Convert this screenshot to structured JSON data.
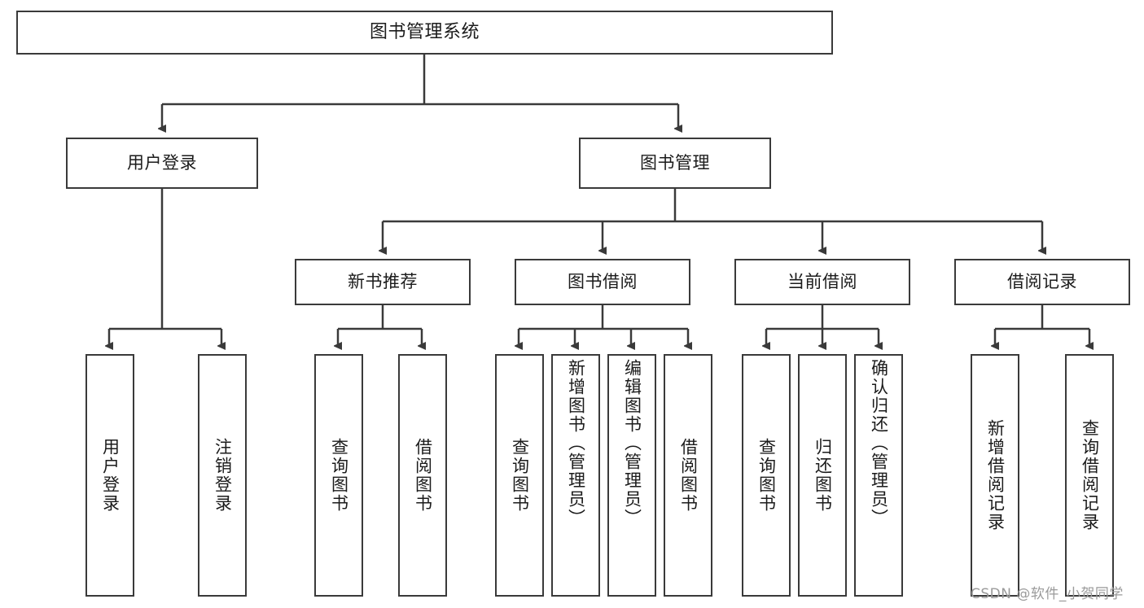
{
  "diagram": {
    "type": "tree-hierarchy",
    "title": "图书管理系统",
    "orientation": "top-down",
    "colors": {
      "box_border": "#3a3a3a",
      "box_fill": "#ffffff",
      "edge": "#3a3a3a",
      "text": "#1b1b1b",
      "watermark": "#9a9a9a"
    },
    "nodes": {
      "root": {
        "label": "图书管理系统"
      },
      "level1": [
        {
          "id": "user-login",
          "label": "用户登录"
        },
        {
          "id": "book-management",
          "label": "图书管理"
        }
      ],
      "level2": [
        {
          "id": "new-book-recommend",
          "label": "新书推荐"
        },
        {
          "id": "book-borrow",
          "label": "图书借阅"
        },
        {
          "id": "current-borrow",
          "label": "当前借阅"
        },
        {
          "id": "borrow-record",
          "label": "借阅记录"
        }
      ],
      "leaves": {
        "user-login": [
          {
            "id": "leaf-user-login",
            "label": "用户登录"
          },
          {
            "id": "leaf-user-logout",
            "label": "注销登录"
          }
        ],
        "new-book-recommend": [
          {
            "id": "leaf-query-book-1",
            "label": "查询图书"
          },
          {
            "id": "leaf-borrow-book-1",
            "label": "借阅图书"
          }
        ],
        "book-borrow": [
          {
            "id": "leaf-query-book-2",
            "label": "查询图书"
          },
          {
            "id": "leaf-add-book",
            "label": "新增图书（管理员）"
          },
          {
            "id": "leaf-edit-book",
            "label": "编辑图书（管理员）"
          },
          {
            "id": "leaf-borrow-book-2",
            "label": "借阅图书"
          }
        ],
        "current-borrow": [
          {
            "id": "leaf-query-book-3",
            "label": "查询图书"
          },
          {
            "id": "leaf-return-book",
            "label": "归还图书"
          },
          {
            "id": "leaf-confirm-return",
            "label": "确认归还（管理员）"
          }
        ],
        "borrow-record": [
          {
            "id": "leaf-add-record",
            "label": "新增借阅记录"
          },
          {
            "id": "leaf-query-record",
            "label": "查询借阅记录"
          }
        ]
      }
    },
    "watermark": "CSDN @软件_小贺同学"
  }
}
